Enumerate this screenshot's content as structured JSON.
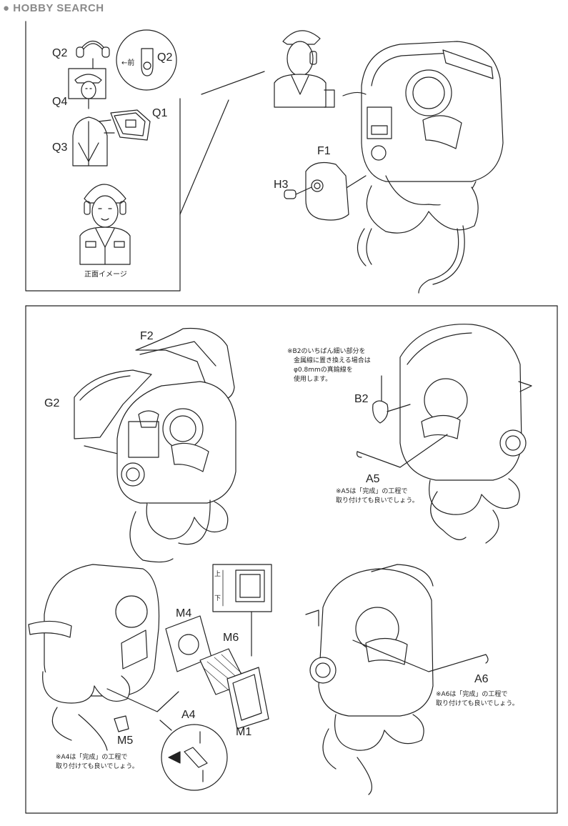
{
  "watermark": {
    "text": "HOBBY SEARCH"
  },
  "top_section": {
    "labels": {
      "q2_headphones": "Q2",
      "q4": "Q4",
      "q1": "Q1",
      "q3": "Q3",
      "q2_detail": "Q2",
      "f1": "F1",
      "h3": "H3"
    },
    "detail_arrow_text": "←前",
    "front_view_caption": "正面イメージ"
  },
  "middle_left": {
    "labels": {
      "f2": "F2",
      "g2": "G2"
    }
  },
  "middle_right": {
    "labels": {
      "b2": "B2",
      "a5": "A5"
    },
    "note_b2": "※B2のいちばん細い部分を\n　金属線に置き換える場合は\n　φ0.8mmの真鍮線を\n　使用します。",
    "note_a5": "※A5は「完成」の工程で\n取り付けても良いでしょう。"
  },
  "bottom_left": {
    "labels": {
      "m4": "M4",
      "m6": "M6",
      "m1": "M1",
      "m5": "M5",
      "a4": "A4"
    },
    "inset_top": "上",
    "inset_bottom": "下",
    "note_a4": "※A4は「完成」の工程で\n取り付けても良いでしょう。"
  },
  "bottom_right": {
    "labels": {
      "a6": "A6"
    },
    "note_a6": "※A6は「完成」の工程で\n取り付けても良いでしょう。"
  }
}
